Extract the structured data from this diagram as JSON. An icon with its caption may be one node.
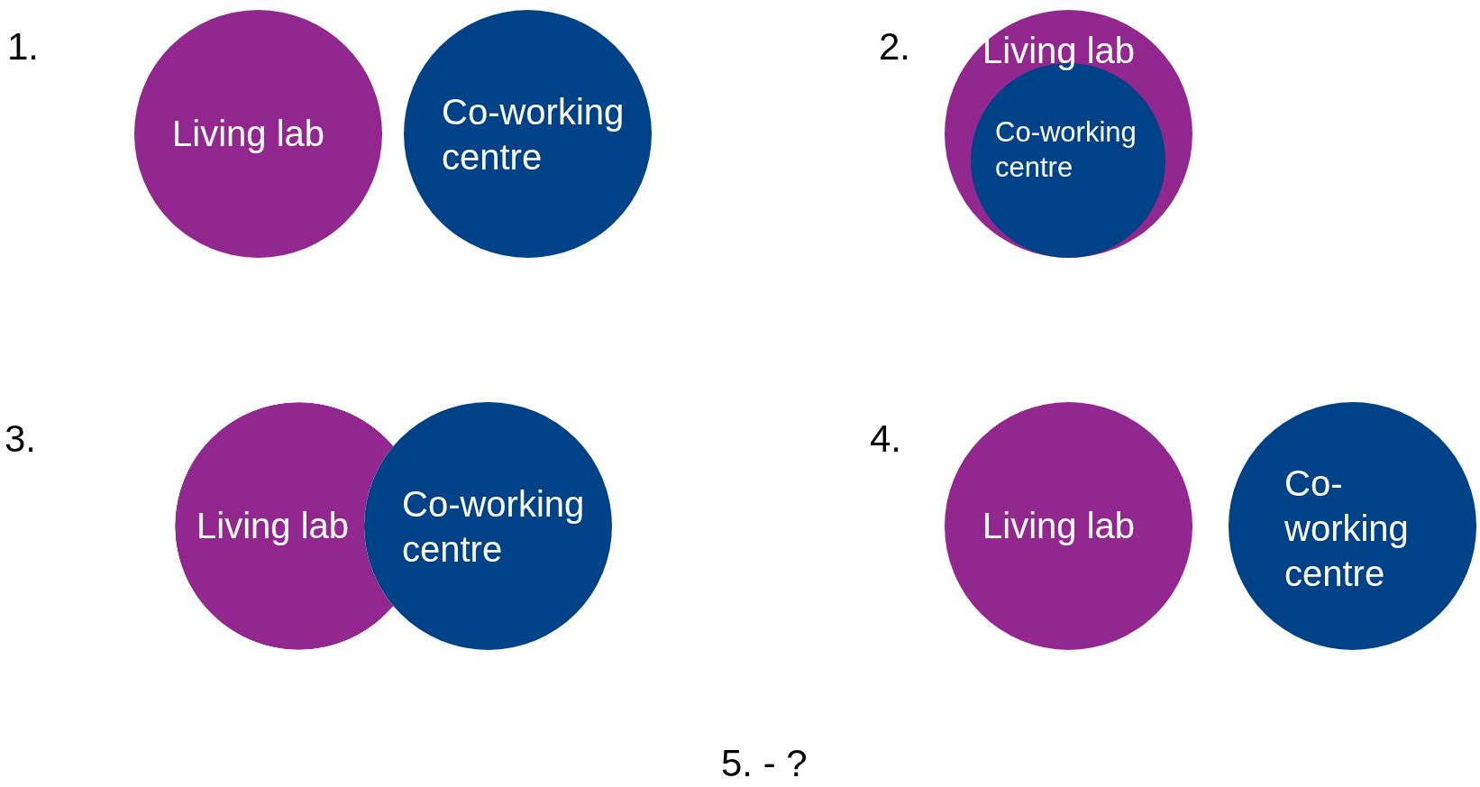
{
  "diagram": {
    "nodes": [
      {
        "text": [
          "Living lab"
        ]
      },
      {
        "text": [
          "Co-working centre"
        ]
      },
      {
        "text": [
          "Living lab"
        ]
      },
      {
        "text": [
          "Co-working centre"
        ],
        "in": 2
      },
      {
        "text": [
          "Living lab"
        ]
      },
      {
        "text": [
          "Co-working centre"
        ]
      },
      {
        "text": [
          "Living lab"
        ]
      },
      {
        "text": [
          "Co-working centre"
        ]
      }
    ],
    "edges": [],
    "labels": [
      "1.",
      "2.",
      "3.",
      "4.",
      "5. - ?"
    ]
  }
}
